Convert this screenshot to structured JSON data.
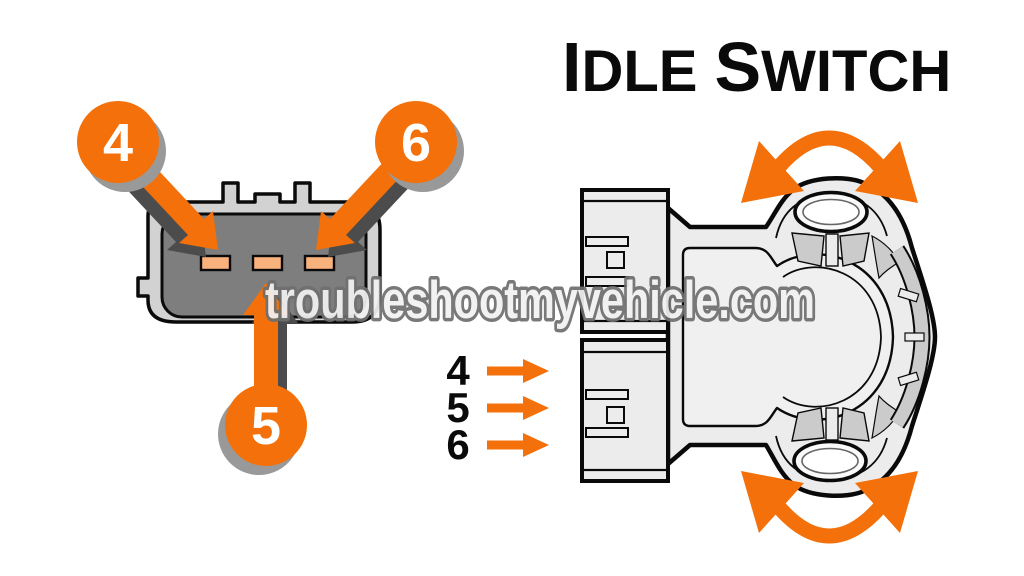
{
  "header": {
    "part1": "I",
    "part2": "DLE",
    "part3": "S",
    "part4": "WITCH",
    "full_title": "IDLE SWITCH"
  },
  "watermark": {
    "text": "troubleshootmyvehicle.com"
  },
  "connector_view": {
    "callouts": [
      {
        "position": "top-left",
        "label": "4"
      },
      {
        "position": "top-right",
        "label": "6"
      },
      {
        "position": "bottom",
        "label": "5"
      }
    ]
  },
  "switch_view": {
    "terminals": [
      "4",
      "5",
      "6"
    ]
  },
  "colors": {
    "accent_orange": "#F3700A",
    "pin_copper": "#F9B17D",
    "connector_shell": "#D2D2D2",
    "connector_face": "#7E7E7E",
    "switch_body": "#ECECEC",
    "shade_gray": "#CBCBCB",
    "circle_shadow": "#999999",
    "arrow_shadow": "#4C4C4C"
  }
}
